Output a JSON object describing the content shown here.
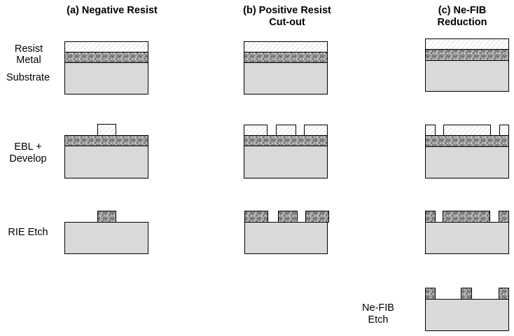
{
  "column_titles": {
    "a": [
      "(a) Negative Resist"
    ],
    "b": [
      "(b) Positive Resist",
      "Cut-out"
    ],
    "c": [
      "(c) Ne-FIB",
      "Reduction"
    ]
  },
  "layer_labels": {
    "resist": "Resist",
    "metal": "Metal",
    "substrate": "Substrate"
  },
  "step_labels": {
    "ebl": [
      "EBL +",
      "Develop"
    ],
    "rie": "RIE Etch",
    "nefib": [
      "Ne-FIB",
      "Etch"
    ]
  },
  "colors": {
    "substrate": "#d9d9d9",
    "metal": "#8c8c8c",
    "resist": "#ffffff",
    "outline": "#000000"
  }
}
